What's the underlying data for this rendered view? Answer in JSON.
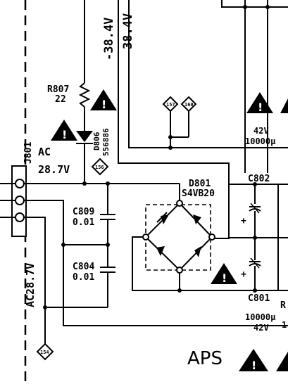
{
  "schematic": {
    "labels": {
      "v_neg_38_4": "-38.4V",
      "v_38_4": "38.4V",
      "r807_name": "R807",
      "r807_value": "22",
      "j801": "J801",
      "ac": "AC",
      "ac_voltage": "28.7V",
      "d806_name": "D806",
      "d806_value": "556886",
      "node_156": "156",
      "node_157": "157",
      "node_160": "160",
      "node_154": "154",
      "d801_name": "D801",
      "d801_value": "S4VB20",
      "c809_name": "C809",
      "c809_value": "0.01",
      "c804_name": "C804",
      "c804_value": "0.01",
      "c802_name": "C802",
      "c802_voltage": "42V",
      "c802_value": "10000µ",
      "c801_name": "C801",
      "c801_value": "10000µ",
      "c801_voltage": "42V",
      "ac_28_7_vertical": "AC28.7V",
      "aps": "APS",
      "r_partial": "R",
      "one_partial": "1",
      "plus": "+",
      "warn_mark": "!"
    }
  }
}
